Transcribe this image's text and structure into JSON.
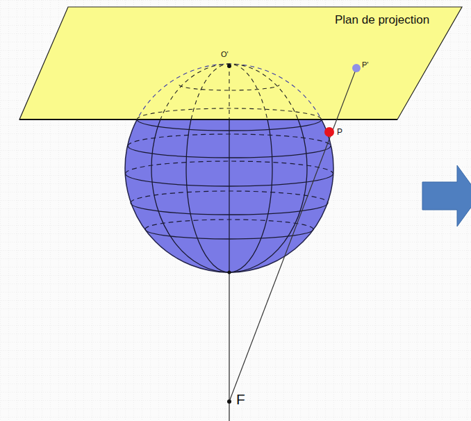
{
  "diagram": {
    "labels": [
      "Plan de projection",
      "O'",
      "P'",
      "P",
      "F"
    ]
  }
}
